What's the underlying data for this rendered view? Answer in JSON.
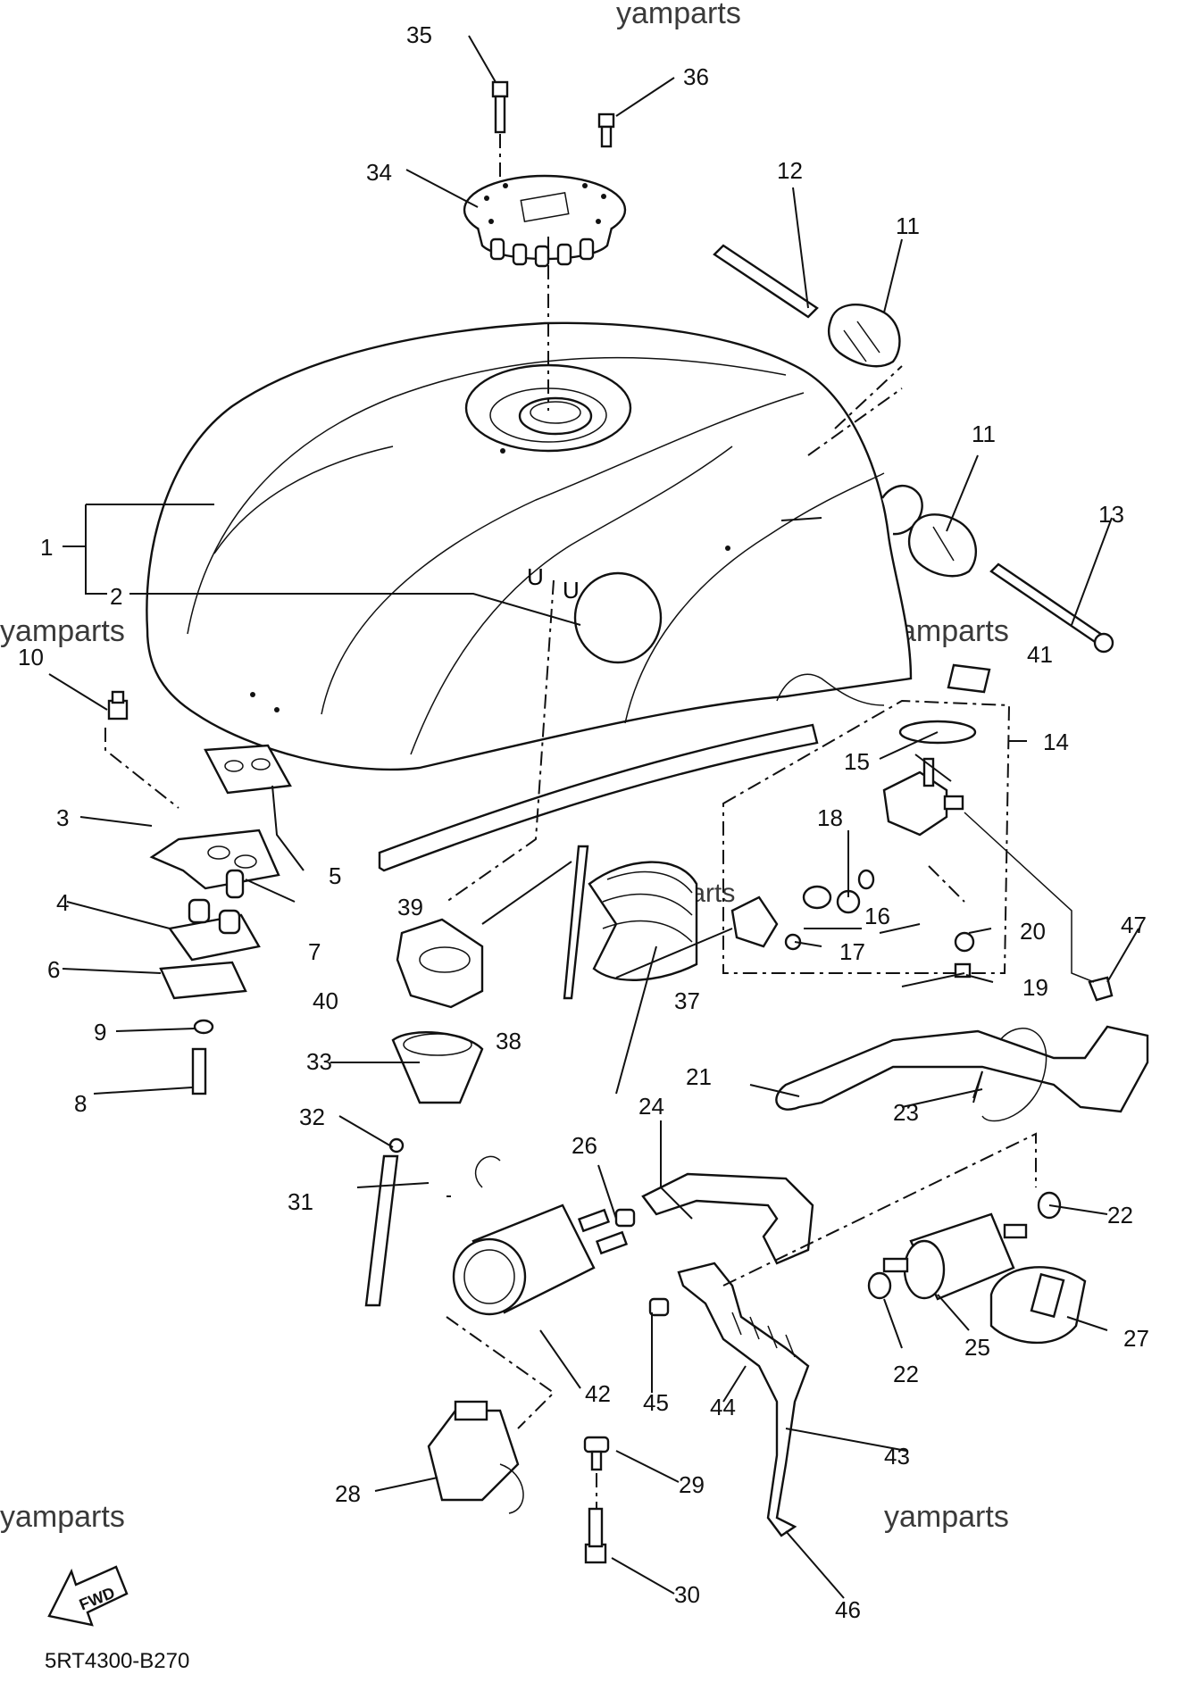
{
  "watermarks": [
    "yamparts",
    "yamparts",
    "yamparts",
    "yamparts",
    "yamparts"
  ],
  "drawing_code": "5RT4300-B270",
  "fwd_label": "FWD",
  "callouts": {
    "c1": "1",
    "c2": "2",
    "c3": "3",
    "c4": "4",
    "c5": "5",
    "c6": "6",
    "c7": "7",
    "c8": "8",
    "c9": "9",
    "c10": "10",
    "c11a": "11",
    "c11b": "11",
    "c12": "12",
    "c13": "13",
    "c14": "14",
    "c15": "15",
    "c16": "16",
    "c17": "17",
    "c18": "18",
    "c19": "19",
    "c20": "20",
    "c21": "21",
    "c22a": "22",
    "c22b": "22",
    "c23": "23",
    "c24": "24",
    "c25": "25",
    "c26": "26",
    "c27": "27",
    "c28": "28",
    "c29": "29",
    "c30": "30",
    "c31": "31",
    "c32": "32",
    "c33": "33",
    "c34": "34",
    "c35": "35",
    "c36": "36",
    "c37": "37",
    "c38": "38",
    "c39": "39",
    "c40": "40",
    "c41": "41",
    "c42": "42",
    "c43": "43",
    "c44": "44",
    "c45": "45",
    "c46": "46",
    "c47": "47"
  }
}
